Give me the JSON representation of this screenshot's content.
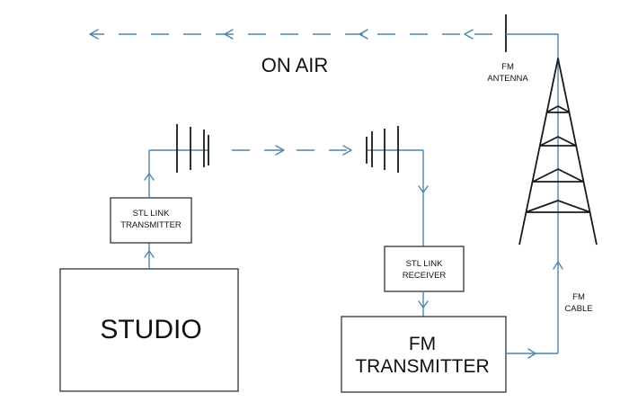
{
  "labels": {
    "on_air": "ON AIR",
    "fm_antenna": [
      "FM",
      "ANTENNA"
    ],
    "stl_transmitter": [
      "STL LINK",
      "TRANSMITTER"
    ],
    "stl_receiver": [
      "STL LINK",
      "RECEIVER"
    ],
    "studio": "STUDIO",
    "fm_transmitter": [
      "FM",
      "TRANSMITTER"
    ],
    "fm_cable": [
      "FM",
      "CABLE"
    ]
  },
  "colors": {
    "signal": "#4a86ad",
    "outline": "#1a1a1a"
  }
}
